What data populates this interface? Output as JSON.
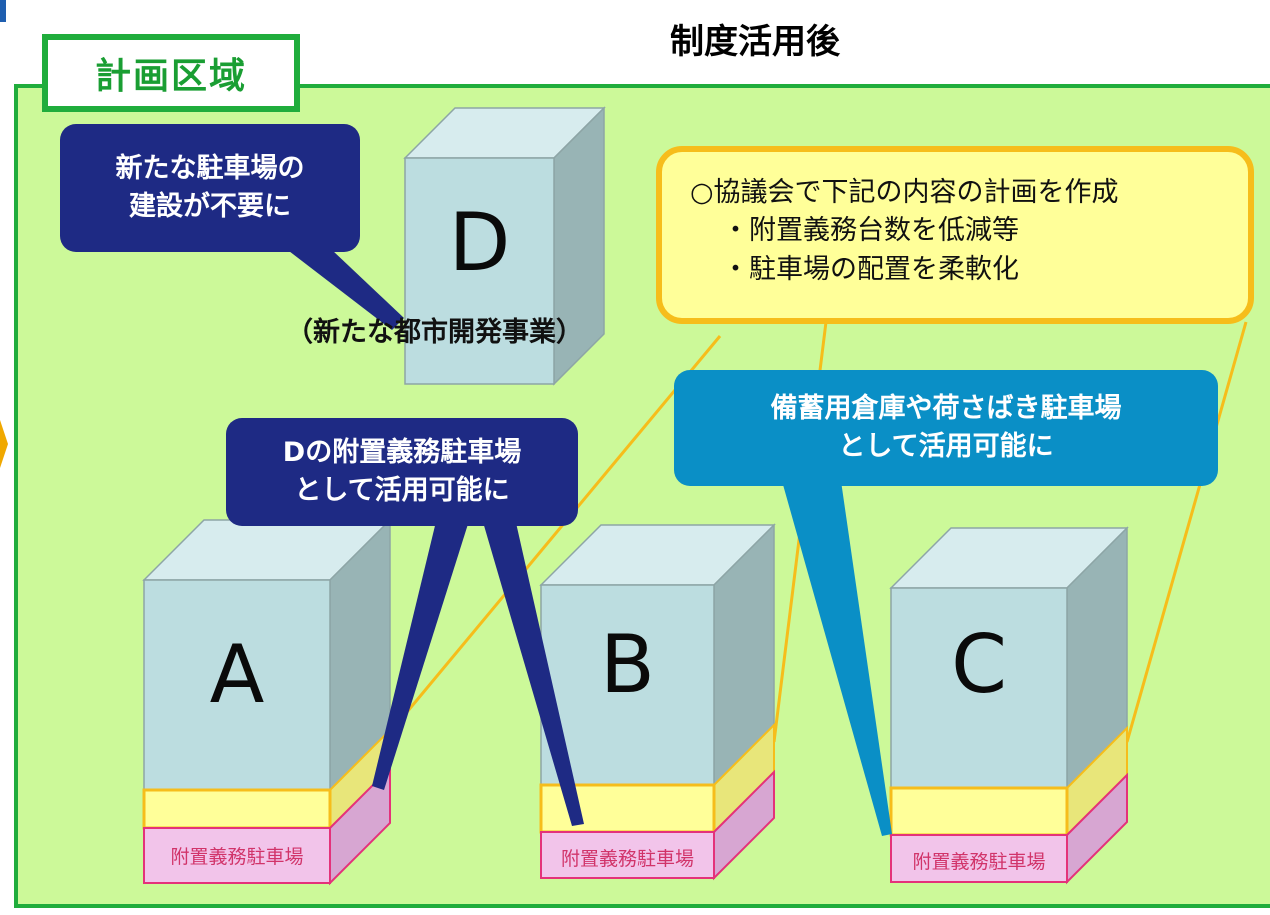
{
  "title": "制度活用後",
  "area_label": "計画区域",
  "callouts": {
    "no_new_parking": [
      "新たな駐車場の",
      "建設が不要に"
    ],
    "d_parking": [
      "Dの附置義務駐車場",
      "として活用可能に"
    ],
    "storage": [
      "備蓄用倉庫や荷さばき駐車場",
      "として活用可能に"
    ]
  },
  "plan_box": {
    "line1": "○協議会で下記の内容の計画を作成",
    "line2": "・附置義務台数を低減等",
    "line3": "・駐車場の配置を柔軟化"
  },
  "new_development": "（新たな都市開発事業）",
  "buildings": {
    "a": "A",
    "b": "B",
    "c": "C",
    "d": "D"
  },
  "parking_label": "附置義務駐車場",
  "colors": {
    "area_fill": "#ccf999",
    "area_border": "#20ad3c",
    "navy_callout": "#1e2a84",
    "cyan_callout": "#0a8fc6",
    "plan_fill": "#ffff99",
    "plan_border": "#f6bd1b",
    "building_front": "#bcdde0",
    "building_top": "#d7ecee",
    "building_side": "#98b4b5",
    "yellow_layer": "#ffff99",
    "parking_layer": "#f2c4ea",
    "parking_border": "#e4327a"
  }
}
